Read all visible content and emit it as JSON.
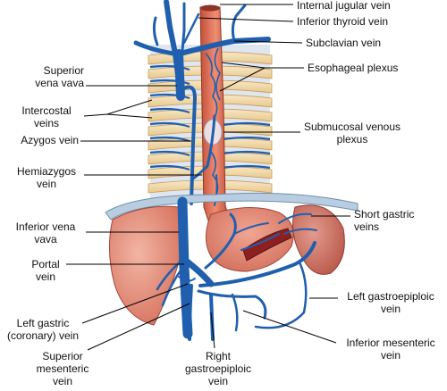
{
  "labels": {
    "internal_jugular_vein": "Internal jugular vein",
    "inferior_thyroid_vein": "Inferior thyroid vein",
    "subclavian_vein": "Subclavian vein",
    "superior_vena_cava_line1": "Superior",
    "superior_vena_cava_line2": "vena vava",
    "esophageal_plexus": "Esophageal plexus",
    "intercostal_veins_line1": "Intercostal",
    "intercostal_veins_line2": "veins",
    "submucosal_plexus_line1": "Submucosal venous",
    "submucosal_plexus_line2": "plexus",
    "azygos_vein": "Azygos vein",
    "hemiazygos_line1": "Hemiazygos",
    "hemiazygos_line2": "vein",
    "short_gastric_line1": "Short gastric",
    "short_gastric_line2": "veins",
    "ivc_line1": "Inferior vena",
    "ivc_line2": "vava",
    "portal_line1": "Portal",
    "portal_line2": "vein",
    "left_gastroepiploic_line1": "Left gastroepiploic",
    "left_gastroepiploic_line2": "vein",
    "left_gastric_line1": "Left gastric",
    "left_gastric_line2": "(coronary) vein",
    "inferior_mesenteric_line1": "Inferior mesenteric",
    "inferior_mesenteric_line2": "vein",
    "superior_mesenteric_line1": "Superior",
    "superior_mesenteric_line2": "mesenteric",
    "superior_mesenteric_line3": "vein",
    "right_gastroepiploic_line1": "Right",
    "right_gastroepiploic_line2": "gastroepiploic",
    "right_gastroepiploic_line3": "vein"
  },
  "colors": {
    "vein": "#1f5fae",
    "vein_dark": "#163f7a",
    "esophagus": "#d9674f",
    "esophagus_dark": "#a8412d",
    "rib": "#f3dcae",
    "rib_edge": "#c89c5a",
    "spine_band": "#b9c4d6",
    "diaphragm": "#b9cde0",
    "liver": "#e8917f",
    "stomach": "#e58a78",
    "spleen": "#c46a5d",
    "leader": "#000000"
  }
}
